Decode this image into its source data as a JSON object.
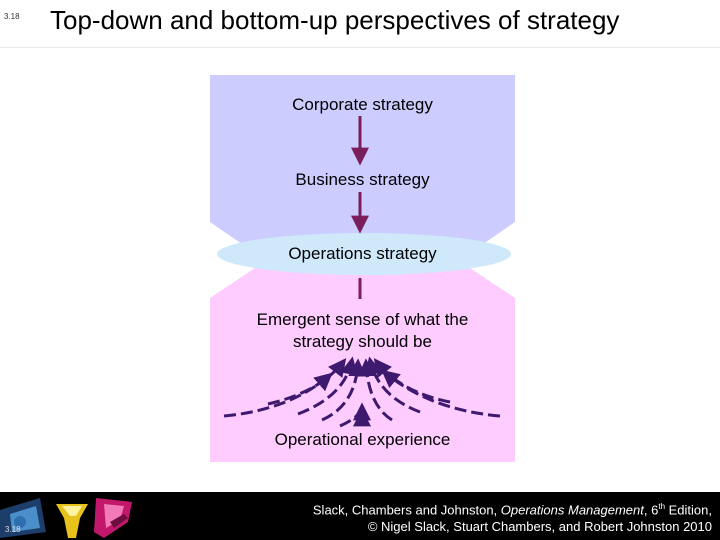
{
  "slide_number": "3.18",
  "title": "Top-down and bottom-up perspectives of strategy",
  "diagram": {
    "corporate": "Corporate strategy",
    "business": "Business strategy",
    "operations": "Operations strategy",
    "emergent_line1": "Emergent sense of what the",
    "emergent_line2": "strategy should be",
    "experience": "Operational experience"
  },
  "footer": {
    "authors": "Slack, Chambers and Johnston, ",
    "book": "Operations Management",
    "edition_pre": ", 6",
    "edition_sup": "th",
    "edition_post": " Edition,",
    "copyright": "© Nigel Slack, Stuart Chambers, and Robert Johnston 2010"
  },
  "colors": {
    "top_panel": "#ccccff",
    "bottom_panel": "#ffccff",
    "ellipse": "#cfe9fb",
    "arrow": "#7a1f5c",
    "curve_arrow": "#3d1a6e"
  }
}
